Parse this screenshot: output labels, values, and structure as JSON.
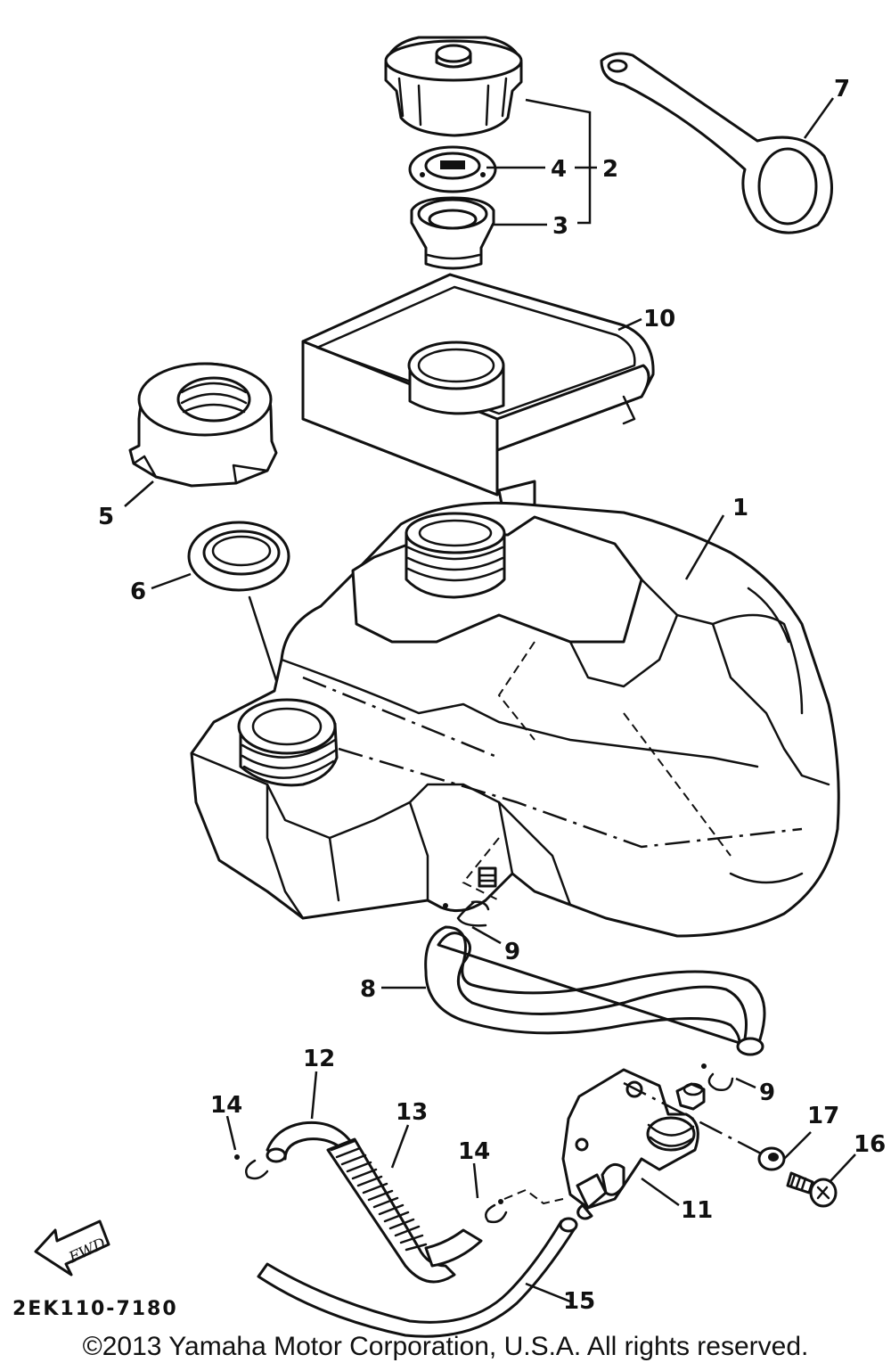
{
  "callouts": {
    "c1": "1",
    "c2": "2",
    "c3": "3",
    "c4": "4",
    "c5": "5",
    "c6": "6",
    "c7": "7",
    "c8": "8",
    "c9a": "9",
    "c9b": "9",
    "c10": "10",
    "c11": "11",
    "c12": "12",
    "c13": "13",
    "c14a": "14",
    "c14b": "14",
    "c15": "15",
    "c16": "16",
    "c17": "17"
  },
  "fwd_label": "FWD",
  "diagram_code": "2EK110-7180",
  "copyright": "©2013 Yamaha Motor Corporation, U.S.A. All rights reserved."
}
